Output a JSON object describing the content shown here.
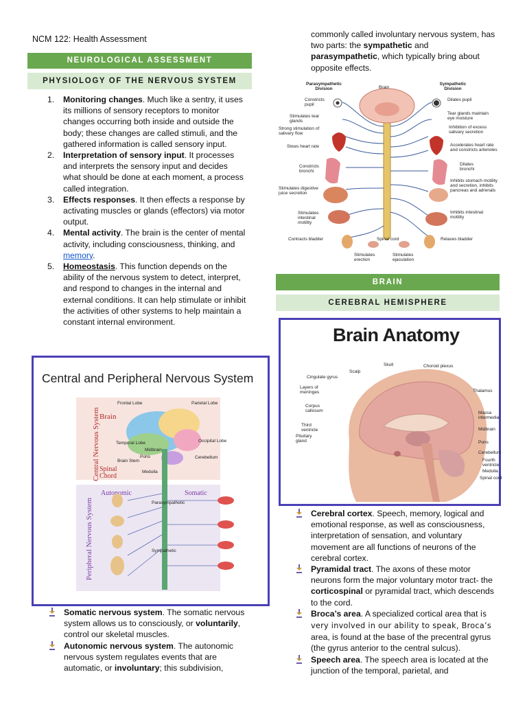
{
  "header": {
    "course": "NCM 122: Health Assessment"
  },
  "banners": {
    "neuro": "NEUROLOGICAL ASSESSMENT",
    "physiology": "PHYSIOLOGY OF THE NERVOUS SYSTEM",
    "brain": "BRAIN",
    "cerebral": "CEREBRAL HEMISPHERE"
  },
  "functions": [
    {
      "num": "1.",
      "term": "Monitoring changes",
      "text": ". Much like a sentry, it uses its millions of sensory receptors to monitor changes occurring both inside and outside the body; these changes are called stimuli, and the gathered information is called sensory input."
    },
    {
      "num": "2.",
      "term": "Interpretation of sensory input",
      "text": ". It processes and interprets the sensory input and decides what should be done at each moment, a process called integration."
    },
    {
      "num": "3.",
      "term": "Effects responses",
      "text": ". It then effects a response by activating muscles or glands (effectors) via motor output."
    },
    {
      "num": "4.",
      "term": "Mental activity",
      "text_before": ". The brain is the center of mental activity, including consciousness, thinking, and ",
      "link": "memory",
      "text_after": "."
    },
    {
      "num": "5.",
      "term": "Homeostasis",
      "text": ". This function depends on the ability of the nervous system to detect, interpret, and respond to changes in the internal and external conditions. It can help stimulate or inhibit the activities of other systems to help maintain a constant internal environment."
    }
  ],
  "intro_right": {
    "line1": "commonly called involuntary nervous system, has two parts: the ",
    "sympathetic": "sympathetic",
    "and": " and ",
    "parasympathetic": "parasympathetic",
    "line2": ", which typically bring about opposite effects."
  },
  "ans_figure": {
    "left_title": "Parasympathetic Division",
    "center_title": "Brain",
    "right_title": "Sympathetic Division",
    "left_labels": [
      "Constricts pupil",
      "Stimulates tear glands",
      "Strong stimulation of salivary flow",
      "Slows heart rate",
      "Constricts bronchi",
      "Stimulates digestive juice secretion",
      "Stimulates intestinal motility",
      "Contracts bladder"
    ],
    "right_labels": [
      "Dilates pupil",
      "Tear glands maintain eye moisture",
      "Inhibition of excess salivary secretion",
      "Accelerates heart rate and constricts arterioles",
      "Dilates bronchi",
      "Inhibits stomach motility and secretion, inhibits pancreas and adrenals",
      "Inhibits intestinal motility",
      "Relaxes bladder"
    ],
    "bottom_labels": [
      "Spinal cord",
      "Stimulates erection",
      "Stimulates ejaculation"
    ]
  },
  "cpns_figure": {
    "title": "Central and Peripheral Nervous System",
    "cns": "Central Nervous System",
    "pns": "Peripheral Nervous System",
    "brain": "Brain",
    "spinal": "Spinal Chord",
    "autonomic": "Autonomic",
    "somatic": "Somatic",
    "lobes": [
      "Frontal Lobe",
      "Parietal Lobe",
      "Temporal Lobe",
      "Occipital Lobe",
      "Midbrain",
      "Pons",
      "Medulla",
      "Brain Stem",
      "Cerebellum"
    ],
    "divisions": [
      "Parasympathetic",
      "Sympathetic"
    ]
  },
  "brain_anatomy": {
    "title": "Brain Anatomy",
    "left_labels": [
      "Scalp",
      "Cingulate gyrus",
      "Layers of meninges",
      "Corpus callosum",
      "Third ventricle",
      "Pituitary gland"
    ],
    "top_labels": [
      "Skull",
      "Choroid plexus"
    ],
    "right_labels": [
      "Thalamus",
      "Massa intermedia",
      "Midbrain",
      "Pons",
      "Cerebellum",
      "Fourth ventricle",
      "Medulla",
      "Spinal cord"
    ]
  },
  "left_bullets": [
    {
      "term": "Somatic nervous system",
      "text1": ". The somatic nervous system allows us to consciously, or ",
      "bold2": "voluntarily",
      "text2": ", control our skeletal muscles."
    },
    {
      "term": "Autonomic nervous system",
      "text1": ". The autonomic nervous system regulates events that are automatic, or ",
      "bold2": "involuntary",
      "text2": "; this subdivision,"
    }
  ],
  "right_bullets": [
    {
      "term": "Cerebral cortex",
      "text": ". Speech, memory, logical and emotional response, as well as consciousness, interpretation of sensation, and voluntary movement are all functions of neurons of the cerebral cortex."
    },
    {
      "term": "Pyramidal tract",
      "text1": ". The axons of these motor neurons form the major voluntary motor tract- the ",
      "bold2": "corticospinal",
      "text2": " or pyramidal tract, which descends to the cord."
    },
    {
      "term": "Broca’s area",
      "text_a": ". A specialized cortical area that ",
      "spaced": "is very involved in our ability to speak, Broca’s",
      "text_b": " area, is found at the base of the precentral gyrus (the gyrus anterior to the central sulcus)."
    },
    {
      "term": "Speech area",
      "text": ". The speech area is located at the junction of the temporal, parietal, and"
    }
  ],
  "colors": {
    "banner_dark": "#6aa84f",
    "banner_light": "#d9ead3",
    "frame": "#4a3fb5",
    "link": "#1155cc"
  }
}
